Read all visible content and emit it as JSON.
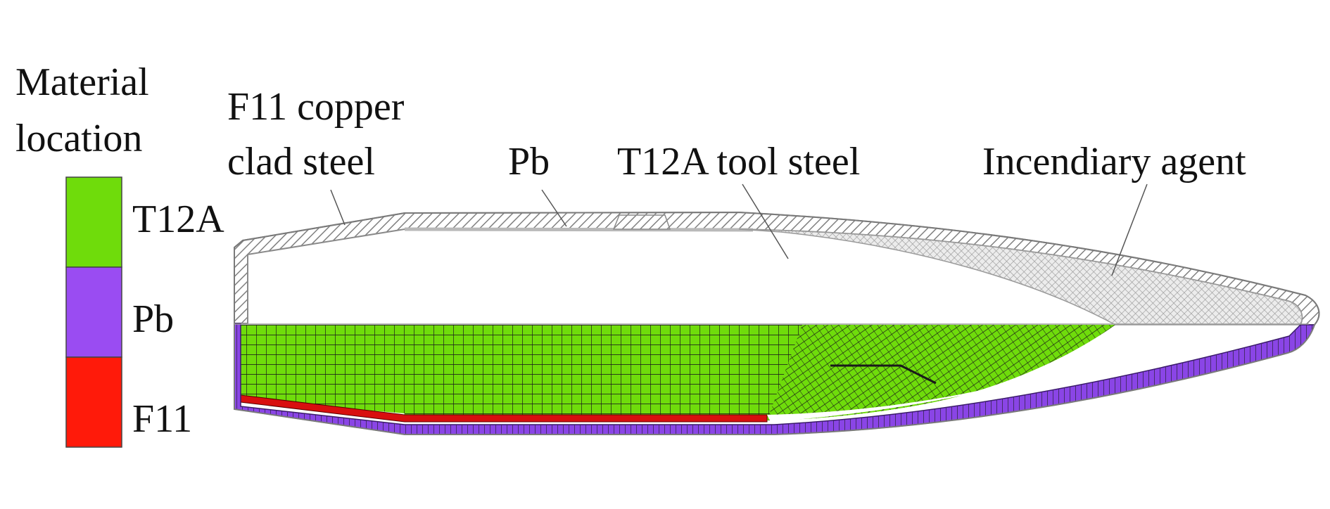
{
  "legend": {
    "title_line1": "Material",
    "title_line2": "location",
    "items": [
      {
        "label": "T12A",
        "color": "#6fdc0b"
      },
      {
        "label": "Pb",
        "color": "#9a4cf2"
      },
      {
        "label": "F11",
        "color": "#ff1a0a"
      }
    ]
  },
  "labels": {
    "f11_line1": "F11 copper",
    "f11_line2": "clad steel",
    "pb": "Pb",
    "tool_steel": "T12A tool steel",
    "incendiary": "Incendiary agent"
  },
  "colors": {
    "outline": "#9a9a9a",
    "shell_hatch": "#8a8a8a",
    "mesh_line": "#1a1a1a",
    "incendiary_fill": "#c8c8c8"
  }
}
